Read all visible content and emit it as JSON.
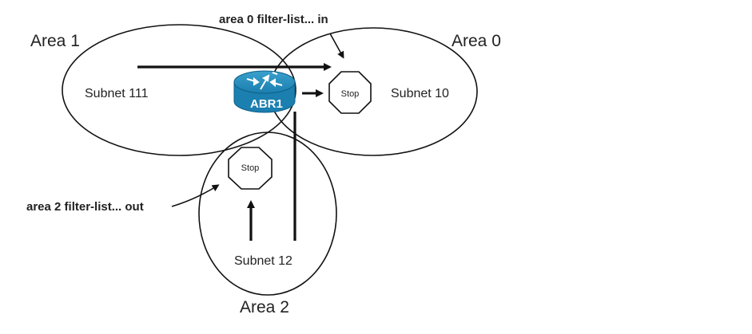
{
  "areas": [
    {
      "id": "area1",
      "label": "Area 1"
    },
    {
      "id": "area0",
      "label": "Area 0"
    },
    {
      "id": "area2",
      "label": "Area 2"
    }
  ],
  "subnets": {
    "subnet111": "Subnet 111",
    "subnet10": "Subnet 10",
    "subnet12": "Subnet 12"
  },
  "router": {
    "label": "ABR1",
    "color": "#1a7fad"
  },
  "stop_signs": {
    "area0_stop": "Stop",
    "area2_stop": "Stop"
  },
  "commands": {
    "area0_in": "area 0 filter-list... in",
    "area2_out": "area 2 filter-list... out"
  }
}
